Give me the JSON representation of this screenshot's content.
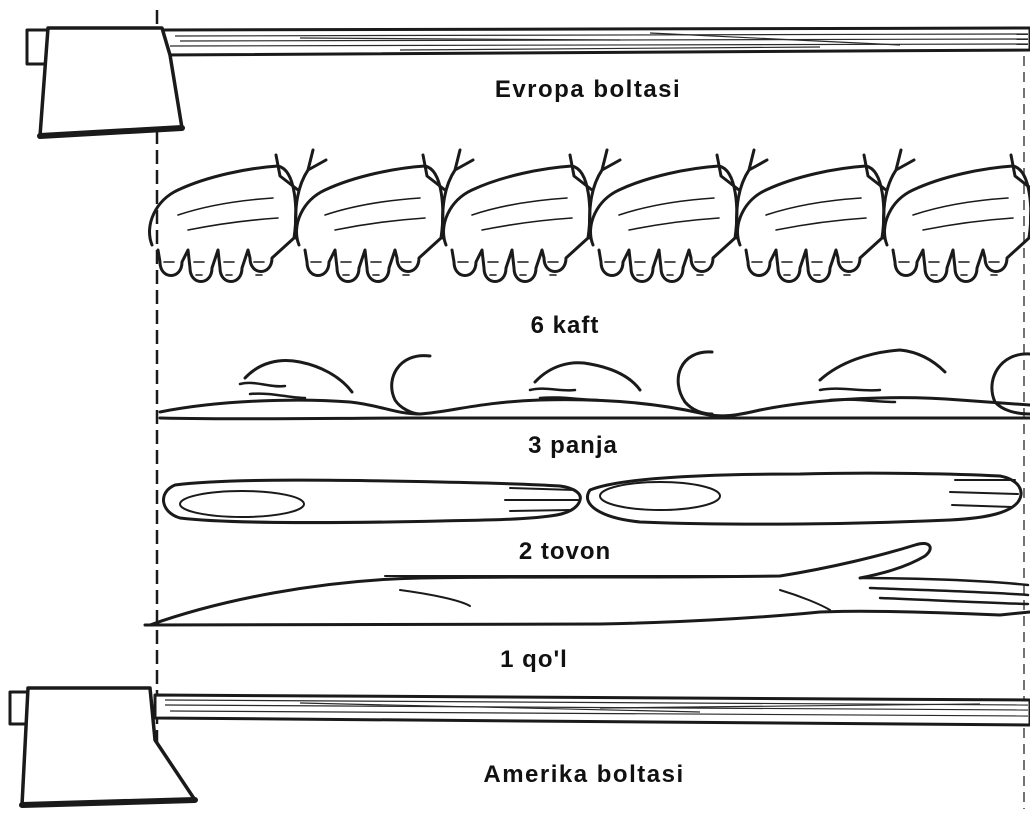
{
  "labels": {
    "top_axe": "Evropa boltasi",
    "palms": "6 kaft",
    "hands": "3 panja",
    "heels": "2 tovon",
    "forearm": "1 qo'l",
    "bottom_axe": "Amerika boltasi"
  },
  "units": {
    "palms": 6,
    "hands": 3,
    "heels": 2,
    "forearm": 1
  }
}
